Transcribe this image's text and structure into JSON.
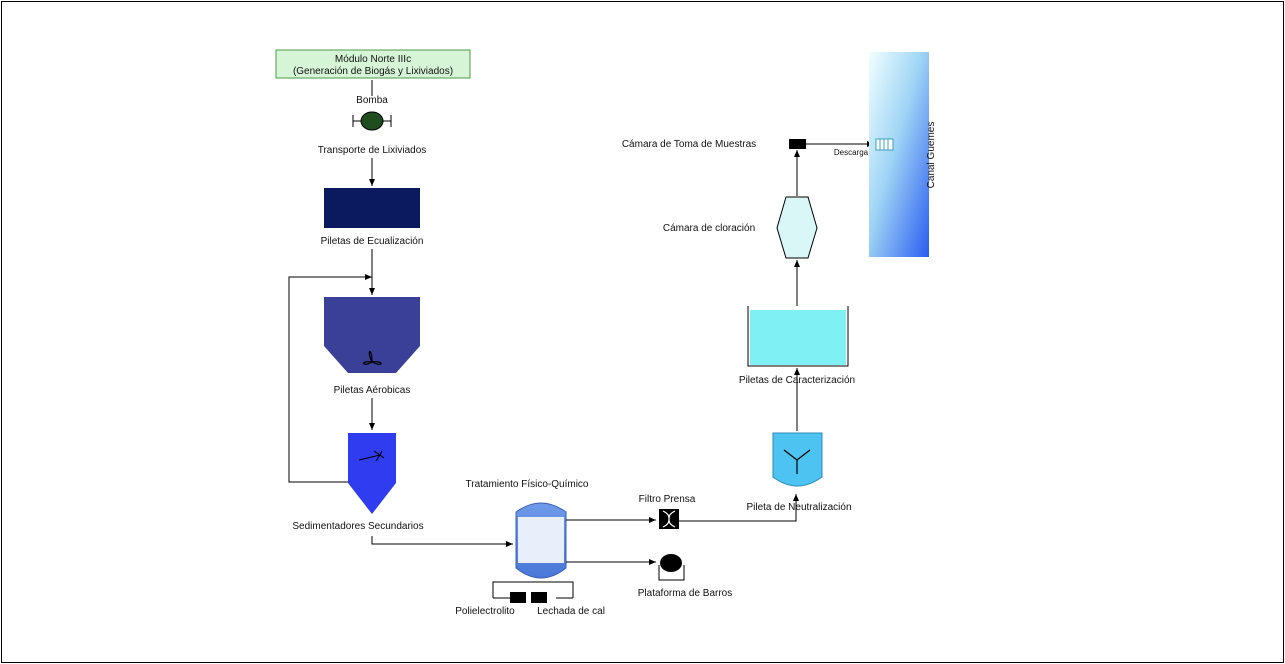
{
  "header": {
    "line1": "Módulo Norte IIIc",
    "line2": "(Generación de Biogás y Lixiviados)"
  },
  "labels": {
    "bomba": "Bomba",
    "transporte": "Transporte de Lixiviados",
    "ecualizacion": "Piletas de Ecualización",
    "aerobicas": "Piletas Aérobicas",
    "sedimentadores": "Sedimentadores Secundarios",
    "tratamiento": "Tratamiento Físico-Químico",
    "polielectrolito": "Polielectrolito",
    "lechada": "Lechada de cal",
    "filtro": "Filtro Prensa",
    "plataforma": "Plataforma de Barros",
    "neutralizacion": "Pileta de Neutralización",
    "caracterizacion": "Piletas de Caracterización",
    "cloracion": "Cámara de cloración",
    "toma_muestras": "Cámara de Toma de Muestras",
    "descarga": "Descarga",
    "canal": "Canal Guemes"
  },
  "colors": {
    "header_fill": "#d6f5d6",
    "header_border": "#4c9a4c",
    "pump": "#1f4d1f",
    "ecualizacion": "#0a1a5e",
    "aerobicas": "#3a3f98",
    "sedimentador": "#2f3cf0",
    "neutralizacion": "#4cc3f0",
    "caracterizacion": "#7ff0f4",
    "cloracion": "#d9f7f7",
    "canal_top": "#e8ffff",
    "canal_bottom": "#2a6ef0"
  }
}
